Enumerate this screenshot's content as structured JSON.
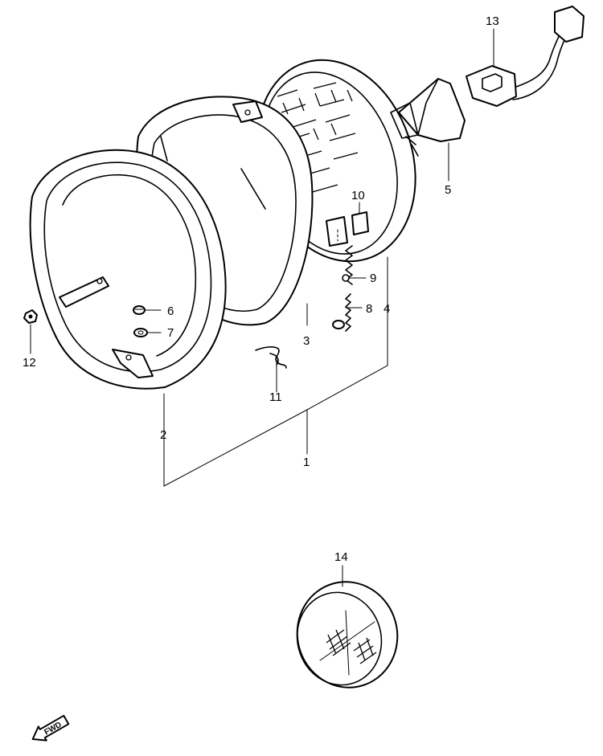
{
  "callouts": {
    "c1": "1",
    "c2": "2",
    "c3": "3",
    "c4": "4",
    "c5": "5",
    "c6": "6",
    "c7": "7",
    "c8": "8",
    "c9": "9",
    "c10": "10",
    "c11": "11",
    "c12": "12",
    "c13": "13",
    "c14": "14"
  },
  "fwd_label": "FWD"
}
